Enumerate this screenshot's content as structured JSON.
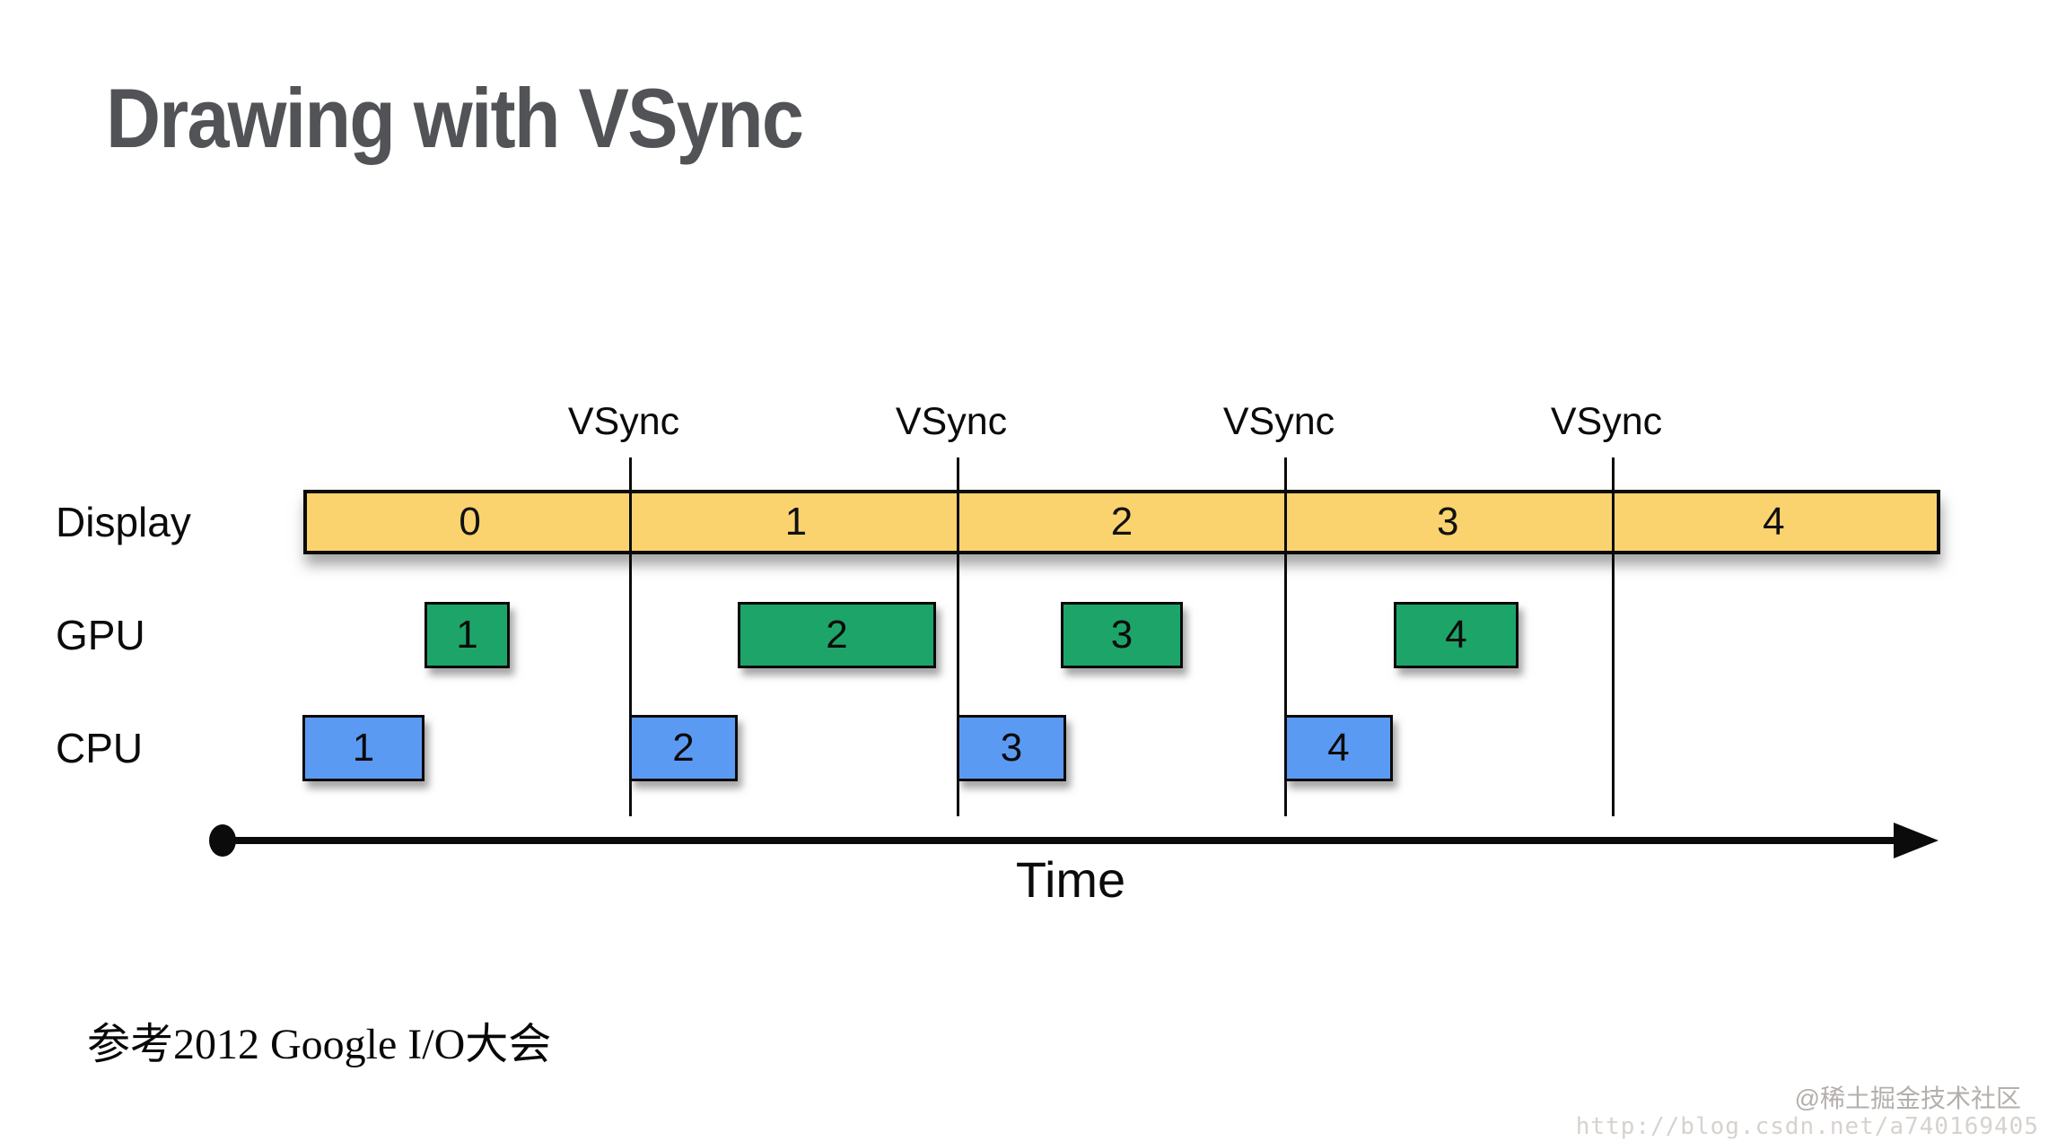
{
  "title": "Drawing with VSync",
  "vsync": {
    "labels": [
      "VSync",
      "VSync",
      "VSync",
      "VSync"
    ]
  },
  "rows": {
    "display": {
      "label": "Display",
      "segments": [
        "0",
        "1",
        "2",
        "3",
        "4"
      ]
    },
    "gpu": {
      "label": "GPU",
      "blocks": [
        "1",
        "2",
        "3",
        "4"
      ]
    },
    "cpu": {
      "label": "CPU",
      "blocks": [
        "1",
        "2",
        "3",
        "4"
      ]
    }
  },
  "timeline": {
    "label": "Time"
  },
  "footnote": "参考2012 Google I/O大会",
  "watermark": {
    "line1": "@稀土掘金技术社区",
    "line2": "http://blog.csdn.net/a740169405"
  },
  "colors": {
    "display_bar": "#fad36e",
    "gpu_block": "#1da469",
    "cpu_block": "#5b9af2",
    "title_text": "#515356",
    "line": "#0b0b0b",
    "watermark_line1": "#b4afab",
    "watermark_line2": "#d6d2cd"
  }
}
